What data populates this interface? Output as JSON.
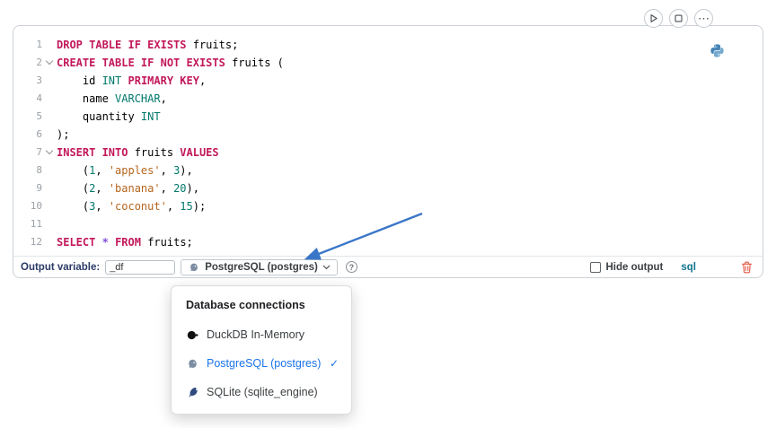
{
  "colors": {
    "keyword": "#c2185b",
    "type": "#00796b",
    "number": "#00796b",
    "string": "#b5651d",
    "operator": "#8250df",
    "accent_blue": "#1a73e8",
    "arrow": "#3a76c8",
    "trash": "#e25a47",
    "sql_badge": "#0e7490",
    "label_navy": "#2b3a67"
  },
  "cell": {
    "toolbar": {
      "run_icon": "play-icon",
      "stop_icon": "stop-icon",
      "more_glyph": "⋯"
    },
    "language_icon": "python-icon",
    "code_lines": [
      {
        "no": "1",
        "fold": false,
        "tokens": [
          [
            "kw",
            "DROP TABLE IF EXISTS"
          ],
          [
            "pl",
            " fruits;"
          ]
        ]
      },
      {
        "no": "2",
        "fold": true,
        "tokens": [
          [
            "kw",
            "CREATE TABLE IF NOT EXISTS"
          ],
          [
            "pl",
            " fruits ("
          ]
        ]
      },
      {
        "no": "3",
        "fold": false,
        "tokens": [
          [
            "pl",
            "    id "
          ],
          [
            "ty",
            "INT"
          ],
          [
            "pl",
            " "
          ],
          [
            "kw",
            "PRIMARY KEY"
          ],
          [
            "pl",
            ","
          ]
        ]
      },
      {
        "no": "4",
        "fold": false,
        "tokens": [
          [
            "pl",
            "    name "
          ],
          [
            "ty",
            "VARCHAR"
          ],
          [
            "pl",
            ","
          ]
        ]
      },
      {
        "no": "5",
        "fold": false,
        "tokens": [
          [
            "pl",
            "    quantity "
          ],
          [
            "ty",
            "INT"
          ]
        ]
      },
      {
        "no": "6",
        "fold": false,
        "tokens": [
          [
            "pl",
            ");"
          ]
        ]
      },
      {
        "no": "7",
        "fold": true,
        "tokens": [
          [
            "kw",
            "INSERT INTO"
          ],
          [
            "pl",
            " fruits "
          ],
          [
            "kw",
            "VALUES"
          ]
        ]
      },
      {
        "no": "8",
        "fold": false,
        "tokens": [
          [
            "pl",
            "    ("
          ],
          [
            "num",
            "1"
          ],
          [
            "pl",
            ", "
          ],
          [
            "str",
            "'apples'"
          ],
          [
            "pl",
            ", "
          ],
          [
            "num",
            "3"
          ],
          [
            "pl",
            "),"
          ]
        ]
      },
      {
        "no": "9",
        "fold": false,
        "tokens": [
          [
            "pl",
            "    ("
          ],
          [
            "num",
            "2"
          ],
          [
            "pl",
            ", "
          ],
          [
            "str",
            "'banana'"
          ],
          [
            "pl",
            ", "
          ],
          [
            "num",
            "20"
          ],
          [
            "pl",
            "),"
          ]
        ]
      },
      {
        "no": "10",
        "fold": false,
        "tokens": [
          [
            "pl",
            "    ("
          ],
          [
            "num",
            "3"
          ],
          [
            "pl",
            ", "
          ],
          [
            "str",
            "'coconut'"
          ],
          [
            "pl",
            ", "
          ],
          [
            "num",
            "15"
          ],
          [
            "pl",
            ");"
          ]
        ]
      },
      {
        "no": "11",
        "fold": false,
        "tokens": []
      },
      {
        "no": "12",
        "fold": false,
        "tokens": [
          [
            "kw",
            "SELECT"
          ],
          [
            "pl",
            " "
          ],
          [
            "op",
            "*"
          ],
          [
            "pl",
            " "
          ],
          [
            "kw",
            "FROM"
          ],
          [
            "pl",
            " fruits;"
          ]
        ]
      }
    ]
  },
  "footer": {
    "output_variable_label": "Output variable:",
    "output_variable_value": "_df",
    "connection_selected": "PostgreSQL (postgres)",
    "help_glyph": "?",
    "hide_output_label": "Hide output",
    "language_badge": "sql"
  },
  "dropdown": {
    "title": "Database connections",
    "items": [
      {
        "label": "DuckDB In-Memory",
        "icon": "duckdb-icon",
        "selected": false
      },
      {
        "label": "PostgreSQL (postgres)",
        "icon": "postgresql-icon",
        "selected": true
      },
      {
        "label": "SQLite (sqlite_engine)",
        "icon": "sqlite-icon",
        "selected": false
      }
    ]
  }
}
